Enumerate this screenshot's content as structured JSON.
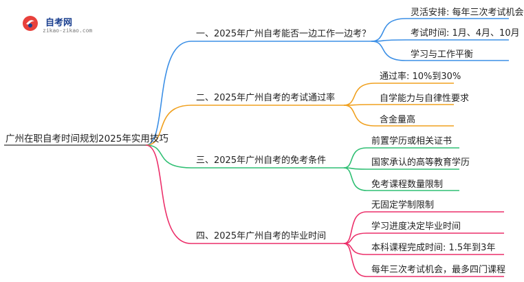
{
  "logo": {
    "title": "自考网",
    "subtitle": "zikao-zikao.com"
  },
  "root": "广州在职自考时间规划2025年实用技巧",
  "branches": [
    {
      "label": "一、2025年广州自考能否一边工作一边考？",
      "color": "#3b8fe6",
      "leaves": [
        "灵活安排: 每年三次考试机会",
        "考试时间: 1月、4月、10月",
        "学习与工作平衡"
      ]
    },
    {
      "label": "二、2025年广州自考的考试通过率",
      "color": "#f0a01e",
      "leaves": [
        "通过率: 10%到30%",
        "自学能力与自律性要求",
        "含金量高"
      ]
    },
    {
      "label": "三、2025年广州自考的免考条件",
      "color": "#2fbf73",
      "leaves": [
        "前置学历或相关证书",
        "国家承认的高等教育学历",
        "免考课程数量限制"
      ]
    },
    {
      "label": "四、2025年广州自考的毕业时间",
      "color": "#ec2f6a",
      "leaves": [
        "无固定学制限制",
        "学习进度决定毕业时间",
        "本科课程完成时间: 1.5年到3年",
        "每年三次考试机会，最多四门课程"
      ]
    }
  ]
}
